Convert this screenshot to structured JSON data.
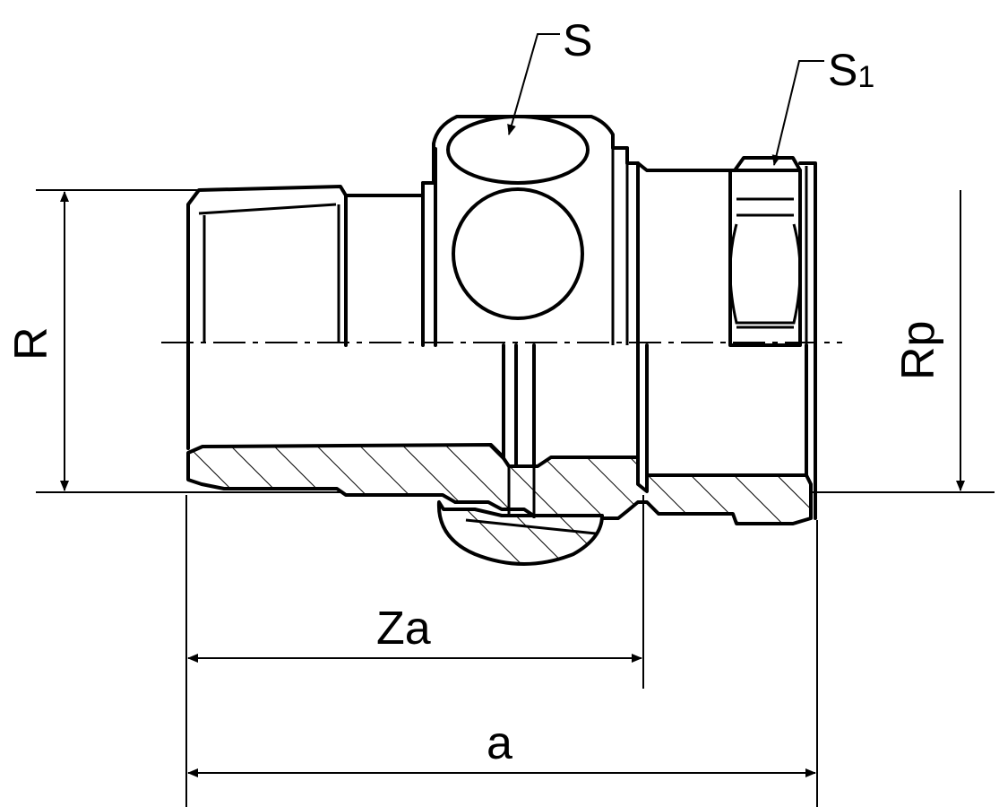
{
  "labels": {
    "s": "S",
    "s1_main": "S",
    "s1_sub": "1",
    "r": "R",
    "rp": "Rp",
    "za": "Za",
    "a": "a"
  }
}
